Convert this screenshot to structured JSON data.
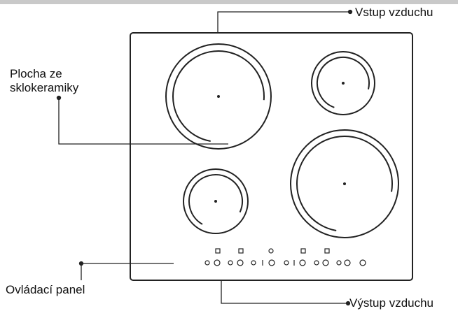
{
  "labels": {
    "air_inlet": "Vstup vzduchu",
    "glass_ceramic_line1": "Plocha ze",
    "glass_ceramic_line2": "sklokeramiky",
    "control_panel": "Ovládací panel",
    "air_outlet": "Výstup vzduchu"
  },
  "colors": {
    "line": "#222222",
    "text": "#111111"
  }
}
